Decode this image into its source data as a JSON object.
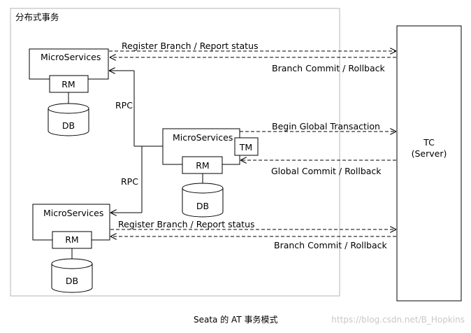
{
  "diagram": {
    "group_label": "分布式事务",
    "services": {
      "top": {
        "name": "MicroServices",
        "rm": "RM",
        "db": "DB"
      },
      "middle": {
        "name": "MicroServices",
        "tm": "TM",
        "rm": "RM",
        "db": "DB"
      },
      "bottom": {
        "name": "MicroServices",
        "rm": "RM",
        "db": "DB"
      }
    },
    "server": {
      "line1": "TC",
      "line2": "(Server)"
    },
    "edges": {
      "rpc_top": "RPC",
      "rpc_bottom": "RPC",
      "top_register": "Register Branch / Report status",
      "top_commit": "Branch Commit / Rollback",
      "begin_global": "Begin Global Transaction",
      "global_commit": "Global Commit / Rollback",
      "bottom_register": "Register Branch / Report status",
      "bottom_commit": "Branch Commit / Rollback"
    }
  },
  "caption": "Seata 的 AT 事务模式",
  "watermark": "https://blog.csdn.net/B_Hopkins"
}
